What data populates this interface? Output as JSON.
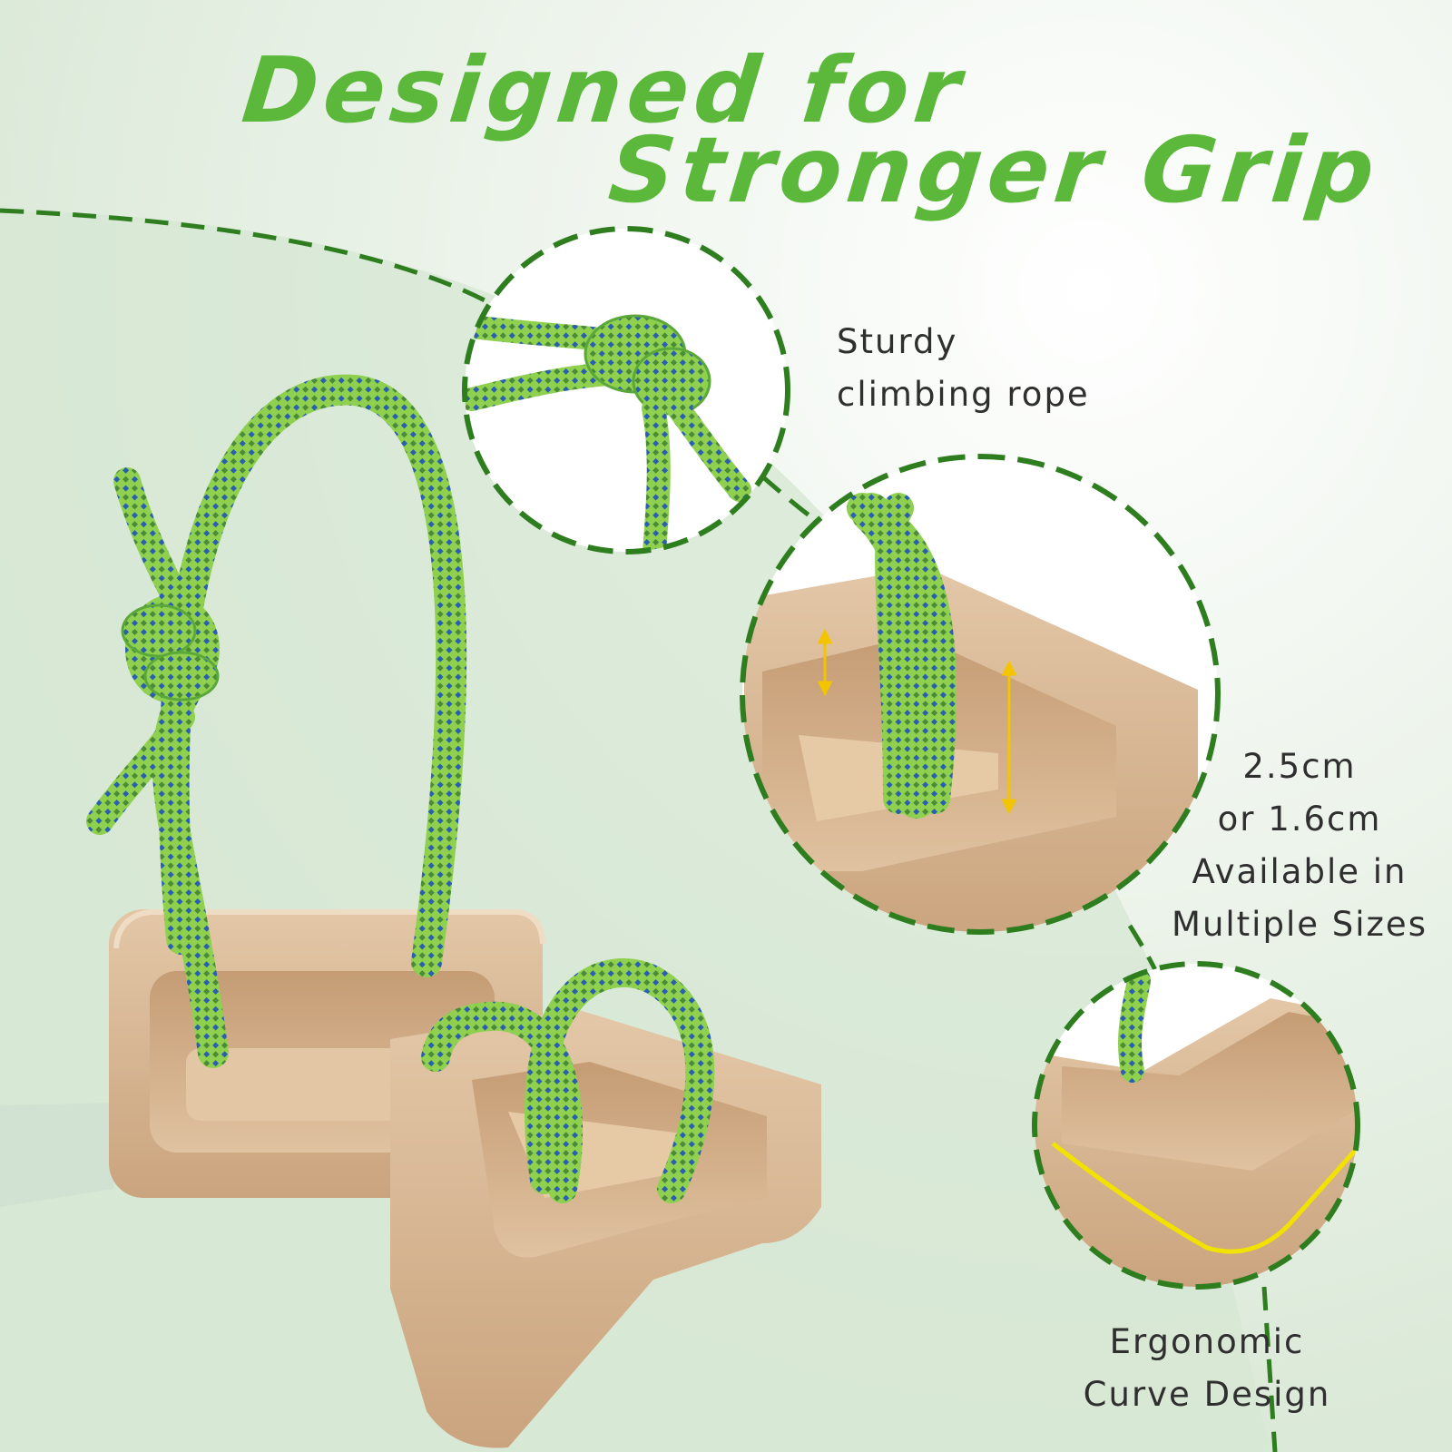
{
  "headline": {
    "line1": "Designed for",
    "line2": "Stronger Grip"
  },
  "features": {
    "rope": {
      "line1": "Sturdy",
      "line2": "climbing rope"
    },
    "size": {
      "line1": "2.5cm",
      "line2": "or 1.6cm",
      "line3": "Available in",
      "line4": "Multiple Sizes"
    },
    "curve": {
      "line1": "Ergonomic",
      "line2": "Curve Design"
    }
  },
  "colors": {
    "accent_green": "#5cb83a",
    "dashed_green": "#2e7d1f",
    "rope_green": "#8fd14f",
    "rope_blue": "#2a5fb0",
    "wood": "#dcbd9c",
    "arrow_yellow": "#f2c500"
  }
}
